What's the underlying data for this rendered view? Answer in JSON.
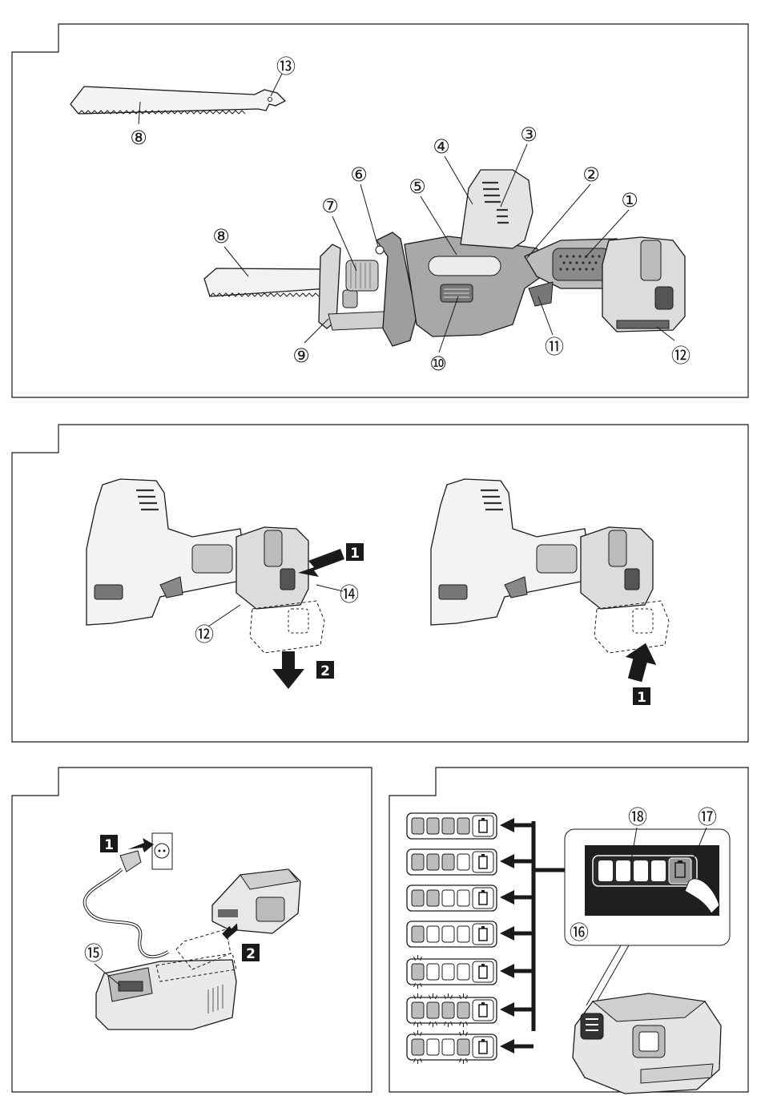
{
  "fig1": {
    "callouts": {
      "c1": "①",
      "c2": "②",
      "c3": "③",
      "c4": "④",
      "c5": "⑤",
      "c6": "⑥",
      "c7": "⑦",
      "c8a": "⑧",
      "c8b": "⑧",
      "c9": "⑨",
      "c10": "⑩",
      "c11": "⑪",
      "c12": "⑫",
      "c13": "⑬"
    }
  },
  "fig2": {
    "left": {
      "step1": "1",
      "step2": "2",
      "c12": "⑫",
      "c14": "⑭"
    },
    "right": {
      "step1": "1"
    }
  },
  "fig3": {
    "step1": "1",
    "step2": "2",
    "c15": "⑮"
  },
  "fig4": {
    "callouts": {
      "c16": "⑯",
      "c17": "⑰",
      "c18": "⑱"
    },
    "indicator_rows": [
      {
        "lit": 4,
        "blink": []
      },
      {
        "lit": 3,
        "blink": []
      },
      {
        "lit": 2,
        "blink": []
      },
      {
        "lit": 1,
        "blink": []
      },
      {
        "lit": 1,
        "blink": [
          0
        ]
      },
      {
        "lit": 4,
        "blink": [
          0,
          1,
          2,
          3
        ]
      },
      {
        "lit": 1,
        "blink": [
          0,
          3
        ],
        "extra": [
          3
        ]
      }
    ]
  },
  "colors": {
    "line": "#1a1a1a",
    "fill_light": "#e6e6e6",
    "fill_mid": "#bdbdbd",
    "fill_dark": "#555555",
    "screen": "#1f1f1f"
  }
}
